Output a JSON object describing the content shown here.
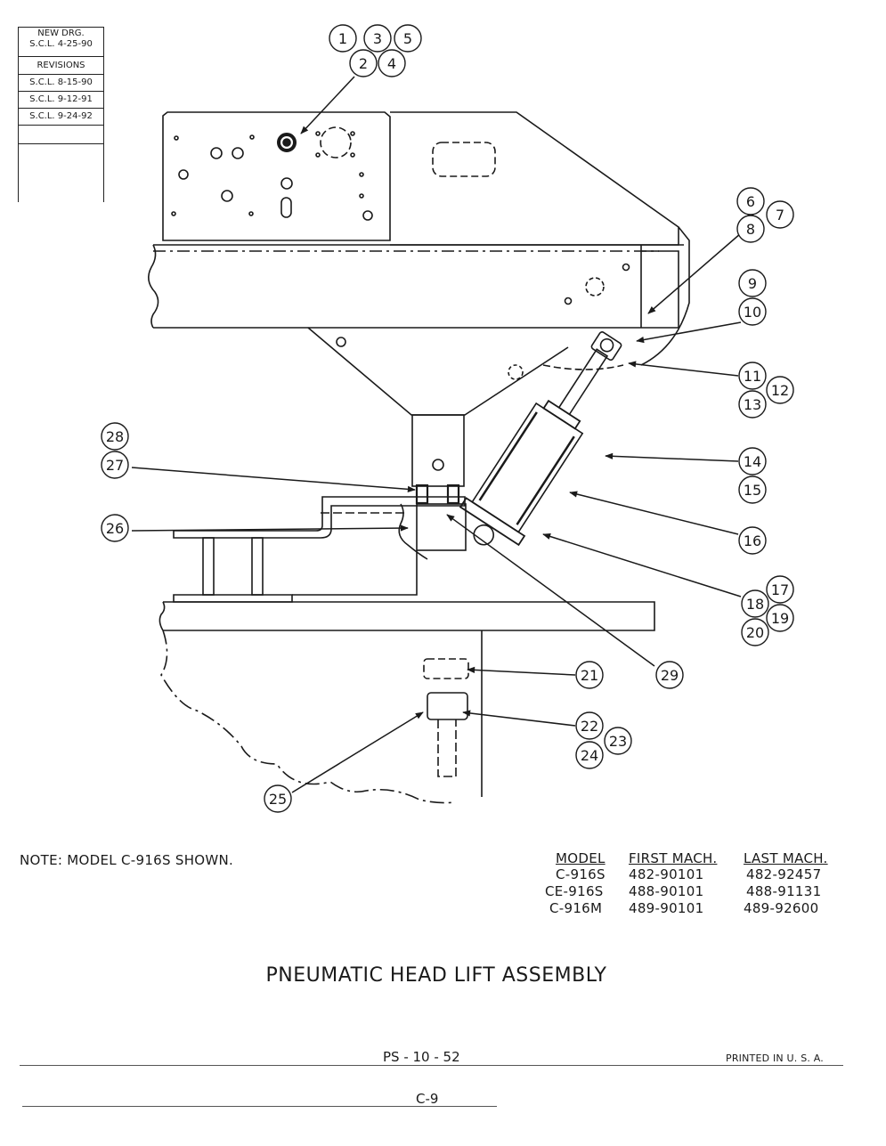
{
  "revision_block": {
    "new_drawing_label": "NEW DRG.",
    "new_drawing_entry": "S.C.L. 4-25-90",
    "revisions_label": "REVISIONS",
    "revisions": [
      "S.C.L. 8-15-90",
      "S.C.L. 9-12-91",
      "S.C.L. 9-24-92"
    ]
  },
  "callouts": [
    "1",
    "2",
    "3",
    "4",
    "5",
    "6",
    "7",
    "8",
    "9",
    "10",
    "11",
    "12",
    "13",
    "14",
    "15",
    "16",
    "17",
    "18",
    "19",
    "20",
    "21",
    "22",
    "23",
    "24",
    "25",
    "26",
    "27",
    "28",
    "29"
  ],
  "note": "NOTE:  MODEL  C-916S  SHOWN.",
  "model_table": {
    "headers": [
      "MODEL",
      "FIRST MACH.",
      "LAST MACH."
    ],
    "rows": [
      [
        "C-916S",
        "482-90101",
        "482-92457"
      ],
      [
        "CE-916S",
        "488-90101",
        "488-91131"
      ],
      [
        "C-916M",
        "489-90101",
        "489-92600"
      ]
    ]
  },
  "title": "PNEUMATIC  HEAD  LIFT  ASSEMBLY",
  "page_number": "PS - 10 - 52",
  "printed": "PRINTED  IN  U. S. A.",
  "sheet": "C-9"
}
